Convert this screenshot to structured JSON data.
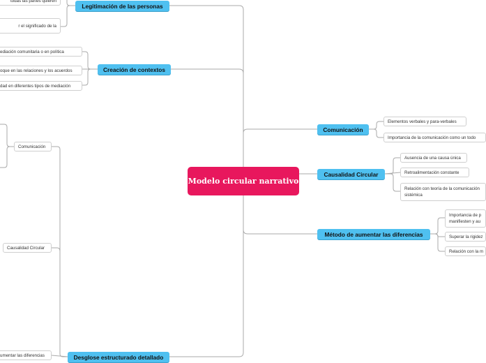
{
  "central": "Modelo circular narrativo",
  "left_main": {
    "legitimacion": "Legitimación de las personas",
    "creacion": "Creación de contextos",
    "desglose": "Desglose estructurado detallado"
  },
  "right_main": {
    "comunicacion": "Comunicación",
    "causalidad": "Causalidad Circular",
    "metodo": "Método de aumentar las diferencias"
  },
  "legitimacion_children": [
    "todas las partes quieren",
    "r el significado de la"
  ],
  "creacion_children": [
    "ediación comunitaria o en política",
    "oque en las relaciones y los acuerdos",
    "dad en diferentes tipos de mediación"
  ],
  "desglose_children": {
    "comunicacion": "Comunicación",
    "causalidad": "Causalidad Circular",
    "metodo": "umentar las diferencias"
  },
  "comunicacion_children": [
    "Elementos verbales y para-verbales",
    "Importancia de la comunicación como un todo"
  ],
  "causalidad_children": [
    "Ausencia de una causa única",
    "Retroalimentación constante",
    "Relación con teoría de la comunicación sistémica"
  ],
  "metodo_children": [
    "Importancia de p manifiesten y au",
    "Superar la rigidez",
    "Relación con la m"
  ]
}
